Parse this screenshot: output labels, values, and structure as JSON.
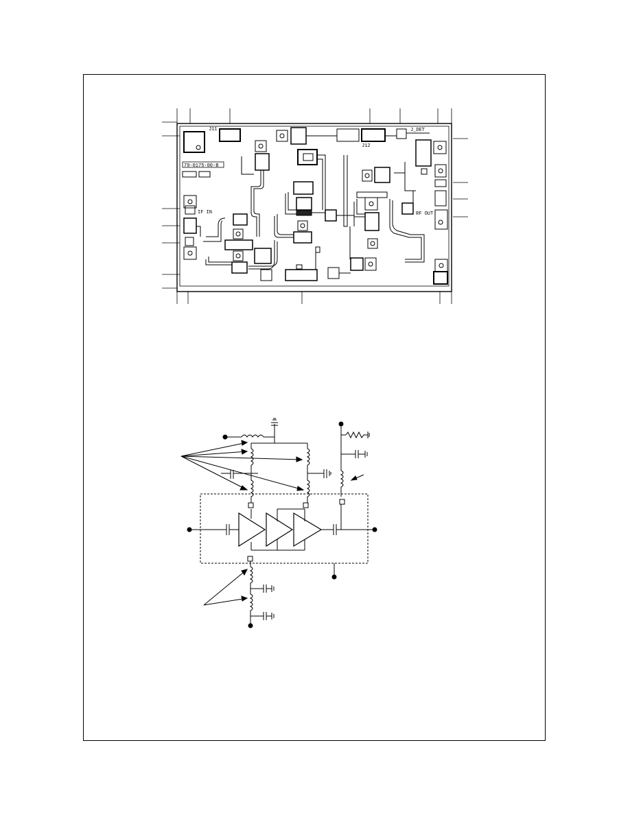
{
  "assembly_diagram": {
    "board_labels": {
      "marking_top_left": "J11",
      "marking_top_right": "J_DET",
      "marking_center": "J12",
      "part_number": "79-0175-00-B",
      "if_in": "IF IN",
      "rf_out": "RF OUT"
    }
  },
  "colors": {
    "ink": "#000000",
    "paper": "#ffffff",
    "pad_fill": "#222222"
  }
}
